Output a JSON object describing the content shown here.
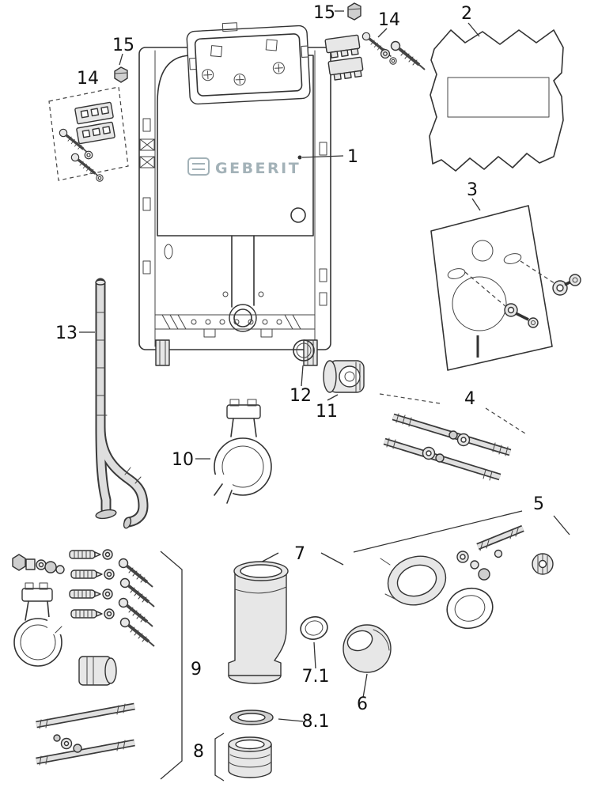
{
  "diagram": {
    "brand_label": "GEBERIT",
    "parts": [
      {
        "id": "frame-unit",
        "label": "1"
      },
      {
        "id": "wall-bracket-plate",
        "label": "2"
      },
      {
        "id": "sound-insulation-set",
        "label": "3"
      },
      {
        "id": "threaded-rod-set",
        "label": "4"
      },
      {
        "id": "outlet-connection-set",
        "label": "5"
      },
      {
        "id": "outlet-collar",
        "label": "6"
      },
      {
        "id": "outlet-elbow",
        "label": "7"
      },
      {
        "id": "elbow-seal",
        "label": "7.1"
      },
      {
        "id": "connector-sleeve",
        "label": "8"
      },
      {
        "id": "sleeve-seal",
        "label": "8.1"
      },
      {
        "id": "fixing-material-set",
        "label": "9"
      },
      {
        "id": "pipe-clamp",
        "label": "10"
      },
      {
        "id": "inlet-connector",
        "label": "11"
      },
      {
        "id": "o-ring",
        "label": "12"
      },
      {
        "id": "flush-pipe",
        "label": "13"
      },
      {
        "id": "bracket-set-left",
        "label": "14"
      },
      {
        "id": "bracket-set-right",
        "label": "14"
      },
      {
        "id": "clip-left",
        "label": "15"
      },
      {
        "id": "clip-top",
        "label": "15"
      }
    ]
  }
}
